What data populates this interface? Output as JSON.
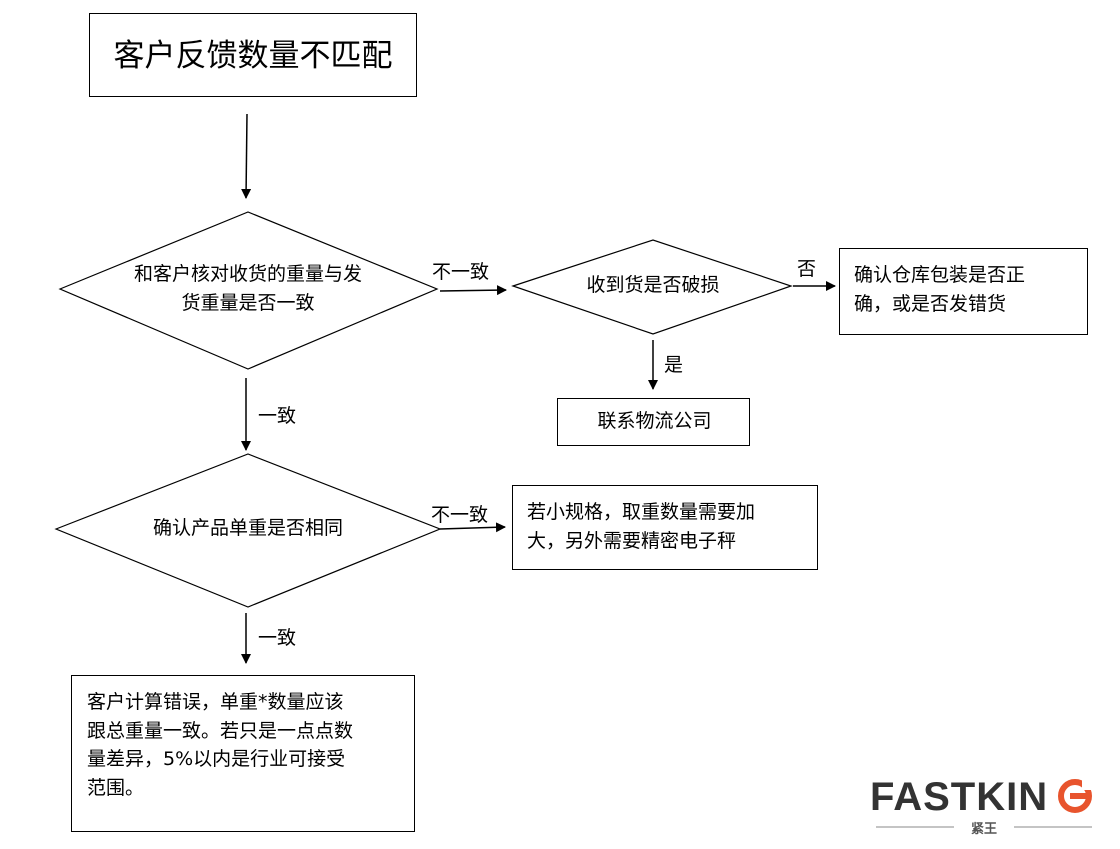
{
  "start": "客户反馈数量不匹配",
  "decision1": {
    "line1": "和客户核对收货的重量与发",
    "line2": "货重量是否一致"
  },
  "decision2": "收到货是否破损",
  "decision3": "确认产品单重是否相同",
  "box_check_warehouse": {
    "line1": "确认仓库包装是否正",
    "line2": "确，或是否发错货"
  },
  "box_logistics": "联系物流公司",
  "box_scale": {
    "line1": "若小规格，取重数量需要加",
    "line2": "大，另外需要精密电子秤"
  },
  "box_customer_error": {
    "line1": "客户计算错误，单重*数量应该",
    "line2": "跟总重量一致。若只是一点点数",
    "line3": "量差异，5%以内是行业可接受",
    "line4": "范围。"
  },
  "labels": {
    "inconsistent_1": "不一致",
    "no": "否",
    "yes": "是",
    "consistent_1": "一致",
    "inconsistent_2": "不一致",
    "consistent_2": "一致"
  },
  "logo": {
    "brand": "FASTKING",
    "sub": "紧王",
    "accent_color": "#e8542d"
  }
}
